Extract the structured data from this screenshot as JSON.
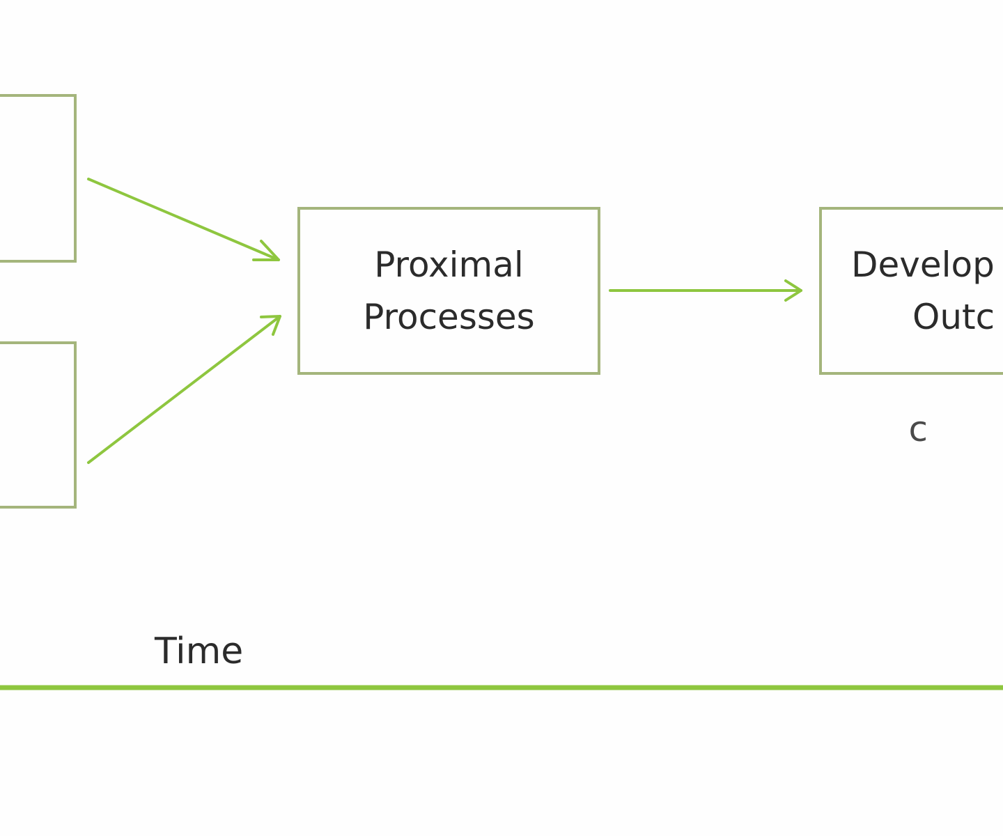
{
  "colors": {
    "arrow": "#8ec63f",
    "box_border": "#a4b57c",
    "text": "#2b2b2b",
    "background": "#fefefe"
  },
  "left_bottom_fragment": "c",
  "proximal_box": {
    "line1": "Proximal",
    "line2": "Processes"
  },
  "outcomes_box": {
    "line1": "Develop",
    "line2": "Outc"
  },
  "timeline": {
    "label": "Time"
  }
}
